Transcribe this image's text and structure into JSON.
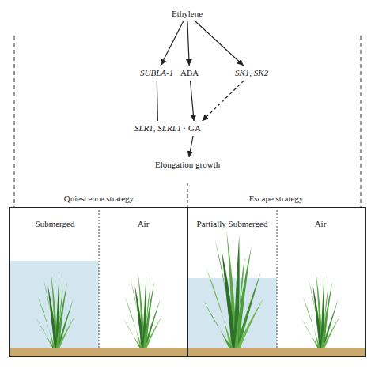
{
  "diagram": {
    "nodes": [
      {
        "text": [
          "Ethylene"
        ]
      },
      {
        "text": [
          "SUBLA-1"
        ]
      },
      {
        "text": [
          "ABA"
        ]
      },
      {
        "text": [
          "SK1, SK2"
        ]
      },
      {
        "text": [
          "SLR1, SLRL1"
        ]
      },
      {
        "text": [
          "GA"
        ]
      },
      {
        "text": [
          "Elongation growth"
        ]
      },
      {
        "text": [
          "Quiescence strategy"
        ]
      },
      {
        "text": [
          "Submerged"
        ],
        "in": 7
      },
      {
        "text": [
          "Air"
        ],
        "in": 7
      },
      {
        "text": [
          "Escape strategy"
        ]
      },
      {
        "text": [
          "Partially Submerged"
        ],
        "in": 10
      },
      {
        "text": [
          "Air"
        ],
        "in": 10
      }
    ],
    "edges": [
      {
        "from": 0,
        "to": 1,
        "arrow": "to"
      },
      {
        "from": 0,
        "to": 2,
        "arrow": "to"
      },
      {
        "from": 0,
        "to": 3,
        "arrow": "to"
      },
      {
        "from": 1,
        "to": 4,
        "arrow": "none"
      },
      {
        "from": 2,
        "to": 5,
        "arrow": "to"
      },
      {
        "from": 3,
        "to": 5,
        "arrow": "to"
      },
      {
        "from": 4,
        "to": 5,
        "arrow": "none"
      },
      {
        "from": 5,
        "to": 6,
        "arrow": "to"
      }
    ]
  }
}
